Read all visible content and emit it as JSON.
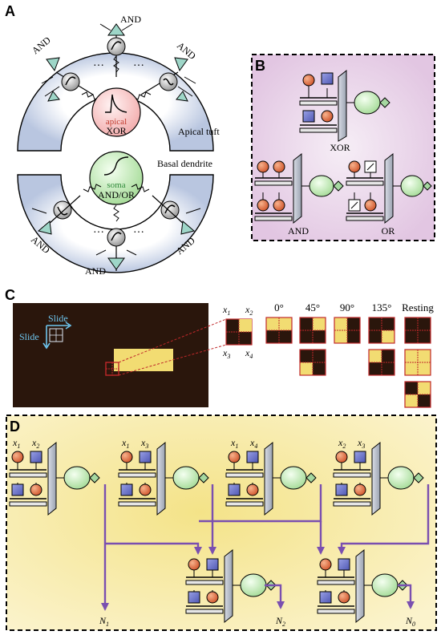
{
  "panels": {
    "a": {
      "letter": "A"
    },
    "b": {
      "letter": "B"
    },
    "c": {
      "letter": "C"
    },
    "d": {
      "letter": "D"
    }
  },
  "panel_a": {
    "upper_and_label": "AND",
    "upper_and_left": "AND",
    "upper_and_right": "AND",
    "apical_text": "apical",
    "apical_gate": "XOR",
    "apical_tuft_label": "Apical tuft",
    "basal_dendrite_label": "Basal dendrite",
    "soma_text": "soma",
    "soma_gate": "AND/OR",
    "lower_and_left": "AND",
    "lower_and_right": "AND",
    "lower_and_bottom": "AND",
    "ellipsis": "…"
  },
  "panel_b": {
    "xor_label": "XOR",
    "and_label": "AND",
    "or_label": "OR"
  },
  "panel_c": {
    "slide_top": "Slide",
    "slide_left": "Slide",
    "x1": "x",
    "x1_sub": "1",
    "x2": "x",
    "x2_sub": "2",
    "x3": "x",
    "x3_sub": "3",
    "x4": "x",
    "x4_sub": "4",
    "angles": [
      "0°",
      "45°",
      "90°",
      "135°",
      "Resting"
    ]
  },
  "panel_d": {
    "unit1_a": "x",
    "unit1_a_sub": "1",
    "unit1_b": "x",
    "unit1_b_sub": "2",
    "unit2_a": "x",
    "unit2_a_sub": "1",
    "unit2_b": "x",
    "unit2_b_sub": "3",
    "unit3_a": "x",
    "unit3_a_sub": "1",
    "unit3_b": "x",
    "unit3_b_sub": "4",
    "unit4_a": "x",
    "unit4_a_sub": "2",
    "unit4_b": "x",
    "unit4_b_sub": "3",
    "n1": "N",
    "n1_sub": "1",
    "n2": "N",
    "n2_sub": "2",
    "n0": "N",
    "n0_sub": "0"
  },
  "colors": {
    "red_neuron": "#e07a4f",
    "blue_square": "#6f76c9",
    "soma_green": "#bfe8b6",
    "apical_pink": "#f6c3c3",
    "arc_blue": "#c8d2e6",
    "purple_wire": "#7a4fb0",
    "dark_bg": "#2a160c",
    "yellow_bar": "#f2dc72",
    "panel_b_bg": "#ebd3ea",
    "panel_d_bg": "#f0e08a"
  }
}
